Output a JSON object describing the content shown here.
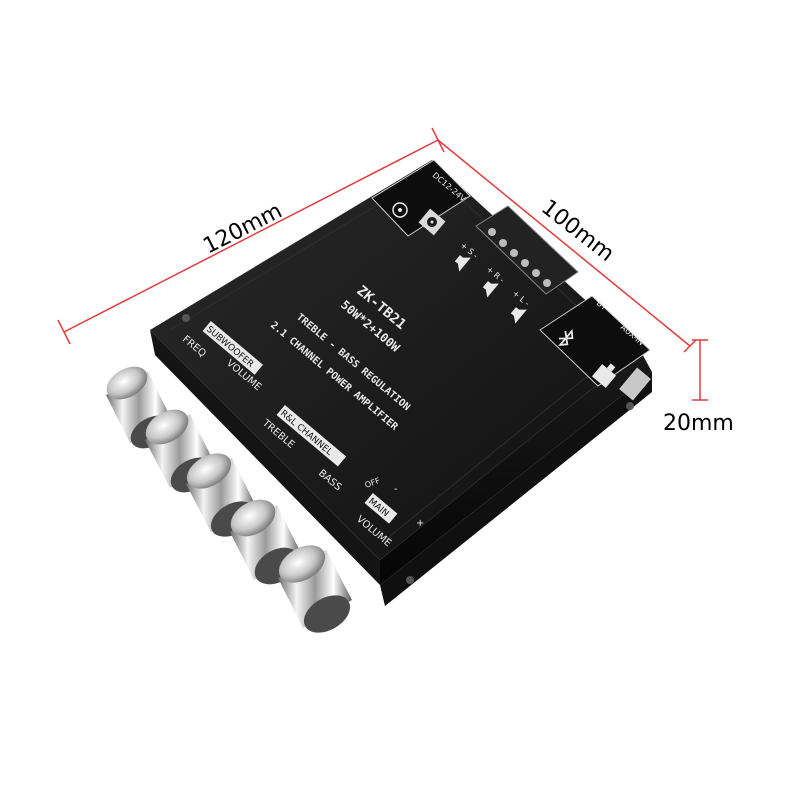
{
  "dimensions": {
    "length": "120mm",
    "width": "100mm",
    "height": "20mm",
    "line_color": "#e23b3b"
  },
  "board": {
    "model": "ZK-TB21",
    "power_line": "50W*2+100W",
    "feature_line": "TREBLE - BASS REGULATION",
    "desc_line": "2.1 CHANNEL POWER AMPLIFIER",
    "dc_label": "DC12-24V",
    "bt_label": "BT",
    "aux_label": "AUX-IN",
    "terminal_left": "+ L -",
    "terminal_right": "+ R -",
    "terminal_sub": "+ S -"
  },
  "knobs": {
    "subwoofer_title": "SUBWOOFER",
    "freq_label": "FREQ",
    "volume_label": "VOLUME",
    "rl_title": "R&L CHANNEL",
    "treble_label": "TREBLE",
    "bass_label": "BASS",
    "main_title": "MAIN",
    "main_volume_label": "VOLUME",
    "off_label": "OFF",
    "minus_label": "-",
    "plus_label": "+"
  },
  "icons": [
    "bluetooth-icon",
    "aux-jack-icon",
    "speaker-icon",
    "power-jack-icon"
  ]
}
